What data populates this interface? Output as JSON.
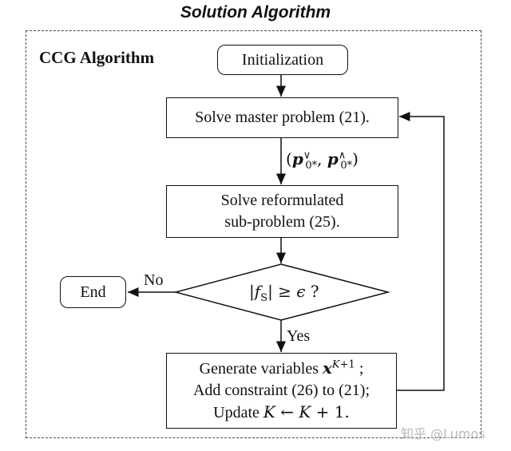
{
  "title": "Solution Algorithm",
  "frame_label": "CCG Algorithm",
  "nodes": {
    "init": "Initialization",
    "master": "Solve master problem (21).",
    "sub_line1": "Solve reformulated",
    "sub_line2": "sub-problem (25).",
    "decision": "|f_S| ≥ ϵ ?",
    "end": "End",
    "update_line1_prefix": "Generate variables",
    "update_line2": "Add constraint (26) to (21);",
    "update_line3_prefix": "Update"
  },
  "edges": {
    "master_to_sub": "(p^∨_{0*}, p^∧_{0*})",
    "no": "No",
    "yes": "Yes"
  },
  "watermark": "知乎 @Lumos"
}
